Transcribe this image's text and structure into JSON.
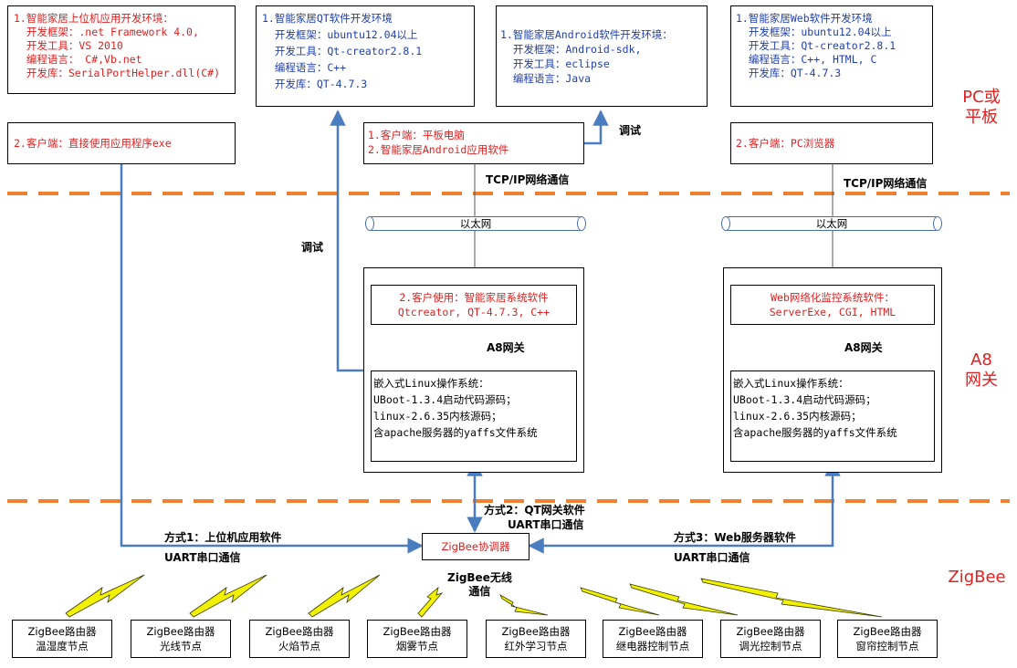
{
  "zones": {
    "pc": "PC或\n平板",
    "a8": "A8\n网关",
    "zigbee": "ZigBee"
  },
  "dev_envs": [
    {
      "title": "1.智能家居上位机应用开发环境：",
      "lines": [
        "  开发框架：.net Framework 4.0,",
        "  开发工具：VS 2010",
        "  编程语言： C#,Vb.net",
        "  开发库：SerialPortHelper.dll(C#)"
      ],
      "color": "#e02020"
    },
    {
      "title": "1.智能家居QT软件开发环境",
      "lines": [
        "  开发框架：ubuntu12.04以上",
        "  开发工具：Qt-creator2.8.1",
        "  编程语言：C++",
        "  开发库：QT-4.7.3"
      ],
      "color": "#1f3fb0"
    },
    {
      "title": "1.智能家居Android软件开发环境：",
      "lines": [
        "  开发框架：Android-sdk,",
        "  开发工具：eclipse",
        "  编程语言：Java"
      ],
      "color": "#1f3fb0"
    },
    {
      "title": "1.智能家居Web软件开发环境",
      "lines": [
        "  开发框架：ubuntu12.04以上",
        "  开发工具：Qt-creator2.8.1",
        "  编程语言：C++, HTML, C",
        "  开发库：QT-4.7.3"
      ],
      "color": "#1f3fb0"
    }
  ],
  "clients": {
    "exe": "2.客户端：直接使用应用程序exe",
    "tablet_1": "1.客户端：平板电脑",
    "tablet_2": "2.智能家居Android应用软件",
    "browser": "2.客户端：PC浏览器"
  },
  "labels": {
    "debug_1": "调试",
    "debug_2": "调试",
    "tcpip_1": "TCP/IP网络通信",
    "tcpip_2": "TCP/IP网络通信",
    "ethernet_1": "以太网",
    "ethernet_2": "以太网",
    "a8_gw_1": "A8网关",
    "a8_gw_2": "A8网关",
    "mode1": "方式1：上位机应用软件",
    "uart_1": "UART串口通信",
    "mode2": "方式2：QT网关软件",
    "uart_2": "UART串口通信",
    "mode3": "方式3：Web服务器软件",
    "uart_3": "UART串口通信",
    "zigbee_wireless": "ZigBee无线\n通信"
  },
  "gateways": {
    "qt_app_1": "2.客户使用：智能家居系统软件",
    "qt_app_2": "Qtcreator, QT-4.7.3, C++",
    "web_app_1": "Web网络化监控系统软件：",
    "web_app_2": "ServerExe, CGI, HTML",
    "os_lines": [
      "嵌入式Linux操作系统：",
      "UBoot-1.3.4启动代码源码；",
      "linux-2.6.35内核源码；",
      "含apache服务器的yaffs文件系统"
    ]
  },
  "coordinator": "ZigBee协调器",
  "nodes": [
    {
      "line1": "ZigBee路由器",
      "line2": "温湿度节点"
    },
    {
      "line1": "ZigBee路由器",
      "line2": "光线节点"
    },
    {
      "line1": "ZigBee路由器",
      "line2": "火焰节点"
    },
    {
      "line1": "ZigBee路由器",
      "line2": "烟雾节点"
    },
    {
      "line1": "ZigBee路由器",
      "line2": "红外学习节点"
    },
    {
      "line1": "ZigBee路由器",
      "line2": "继电器控制节点"
    },
    {
      "line1": "ZigBee路由器",
      "line2": "调光控制节点"
    },
    {
      "line1": "ZigBee路由器",
      "line2": "窗帘控制节点"
    }
  ],
  "colors": {
    "accent_red": "#e02020",
    "dev_blue": "#1f3fb0",
    "arrow_blue": "#4a7cc0",
    "divider_orange": "#f08030",
    "lightning_yellow": "#f2f200"
  }
}
